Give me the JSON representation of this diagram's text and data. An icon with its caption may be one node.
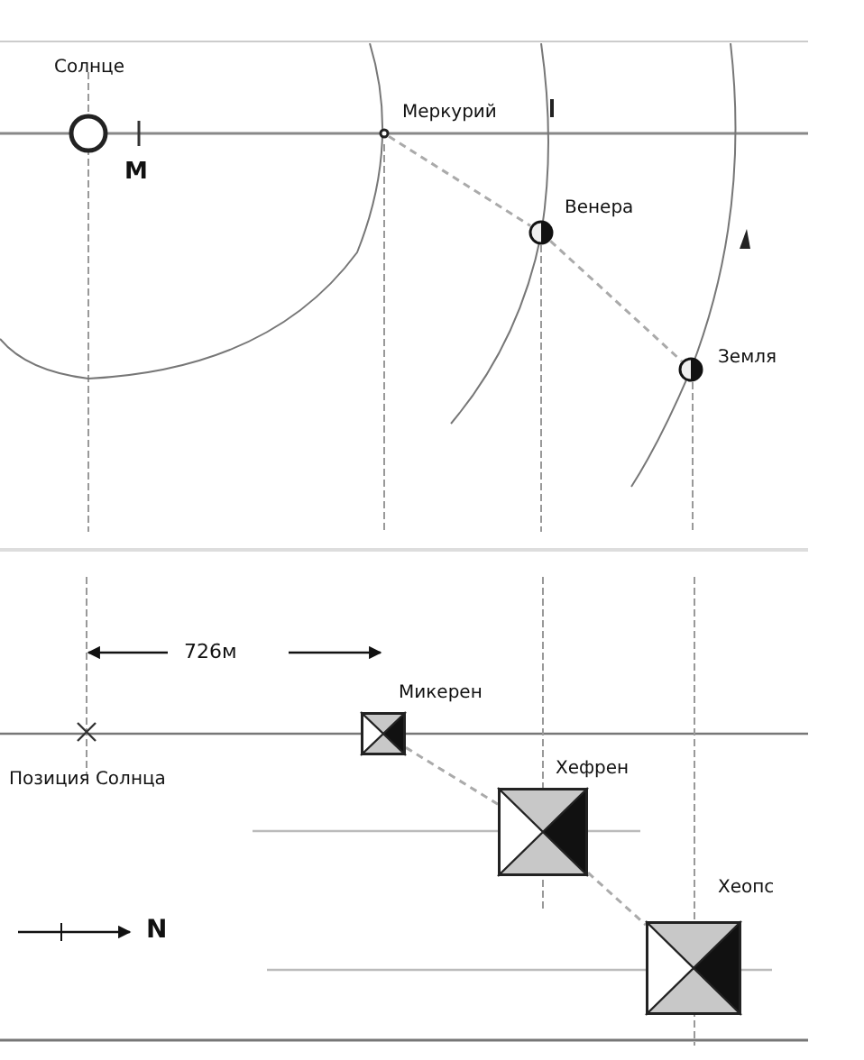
{
  "diagram": {
    "nodes": [
      {
        "text": [
          "Солнце"
        ]
      },
      {
        "text": [
          "Меркурий"
        ]
      },
      {
        "text": [
          "Венера"
        ]
      },
      {
        "text": [
          "Земля"
        ]
      },
      {
        "text": [
          "Позиция Солнца"
        ]
      },
      {
        "text": [
          "Микерен"
        ]
      },
      {
        "text": [
          "Хефрен"
        ]
      },
      {
        "text": [
          "Хеопс"
        ]
      }
    ],
    "edges": [
      {
        "from": 1,
        "to": 2,
        "arrow": "none",
        "style": "dashed"
      },
      {
        "from": 2,
        "to": 3,
        "arrow": "none",
        "style": "dashed"
      },
      {
        "from": 5,
        "to": 6,
        "arrow": "none",
        "style": "dashed"
      },
      {
        "from": 6,
        "to": 7,
        "arrow": "none",
        "style": "dashed"
      }
    ],
    "labels": [
      "М",
      "726м",
      "N"
    ]
  }
}
